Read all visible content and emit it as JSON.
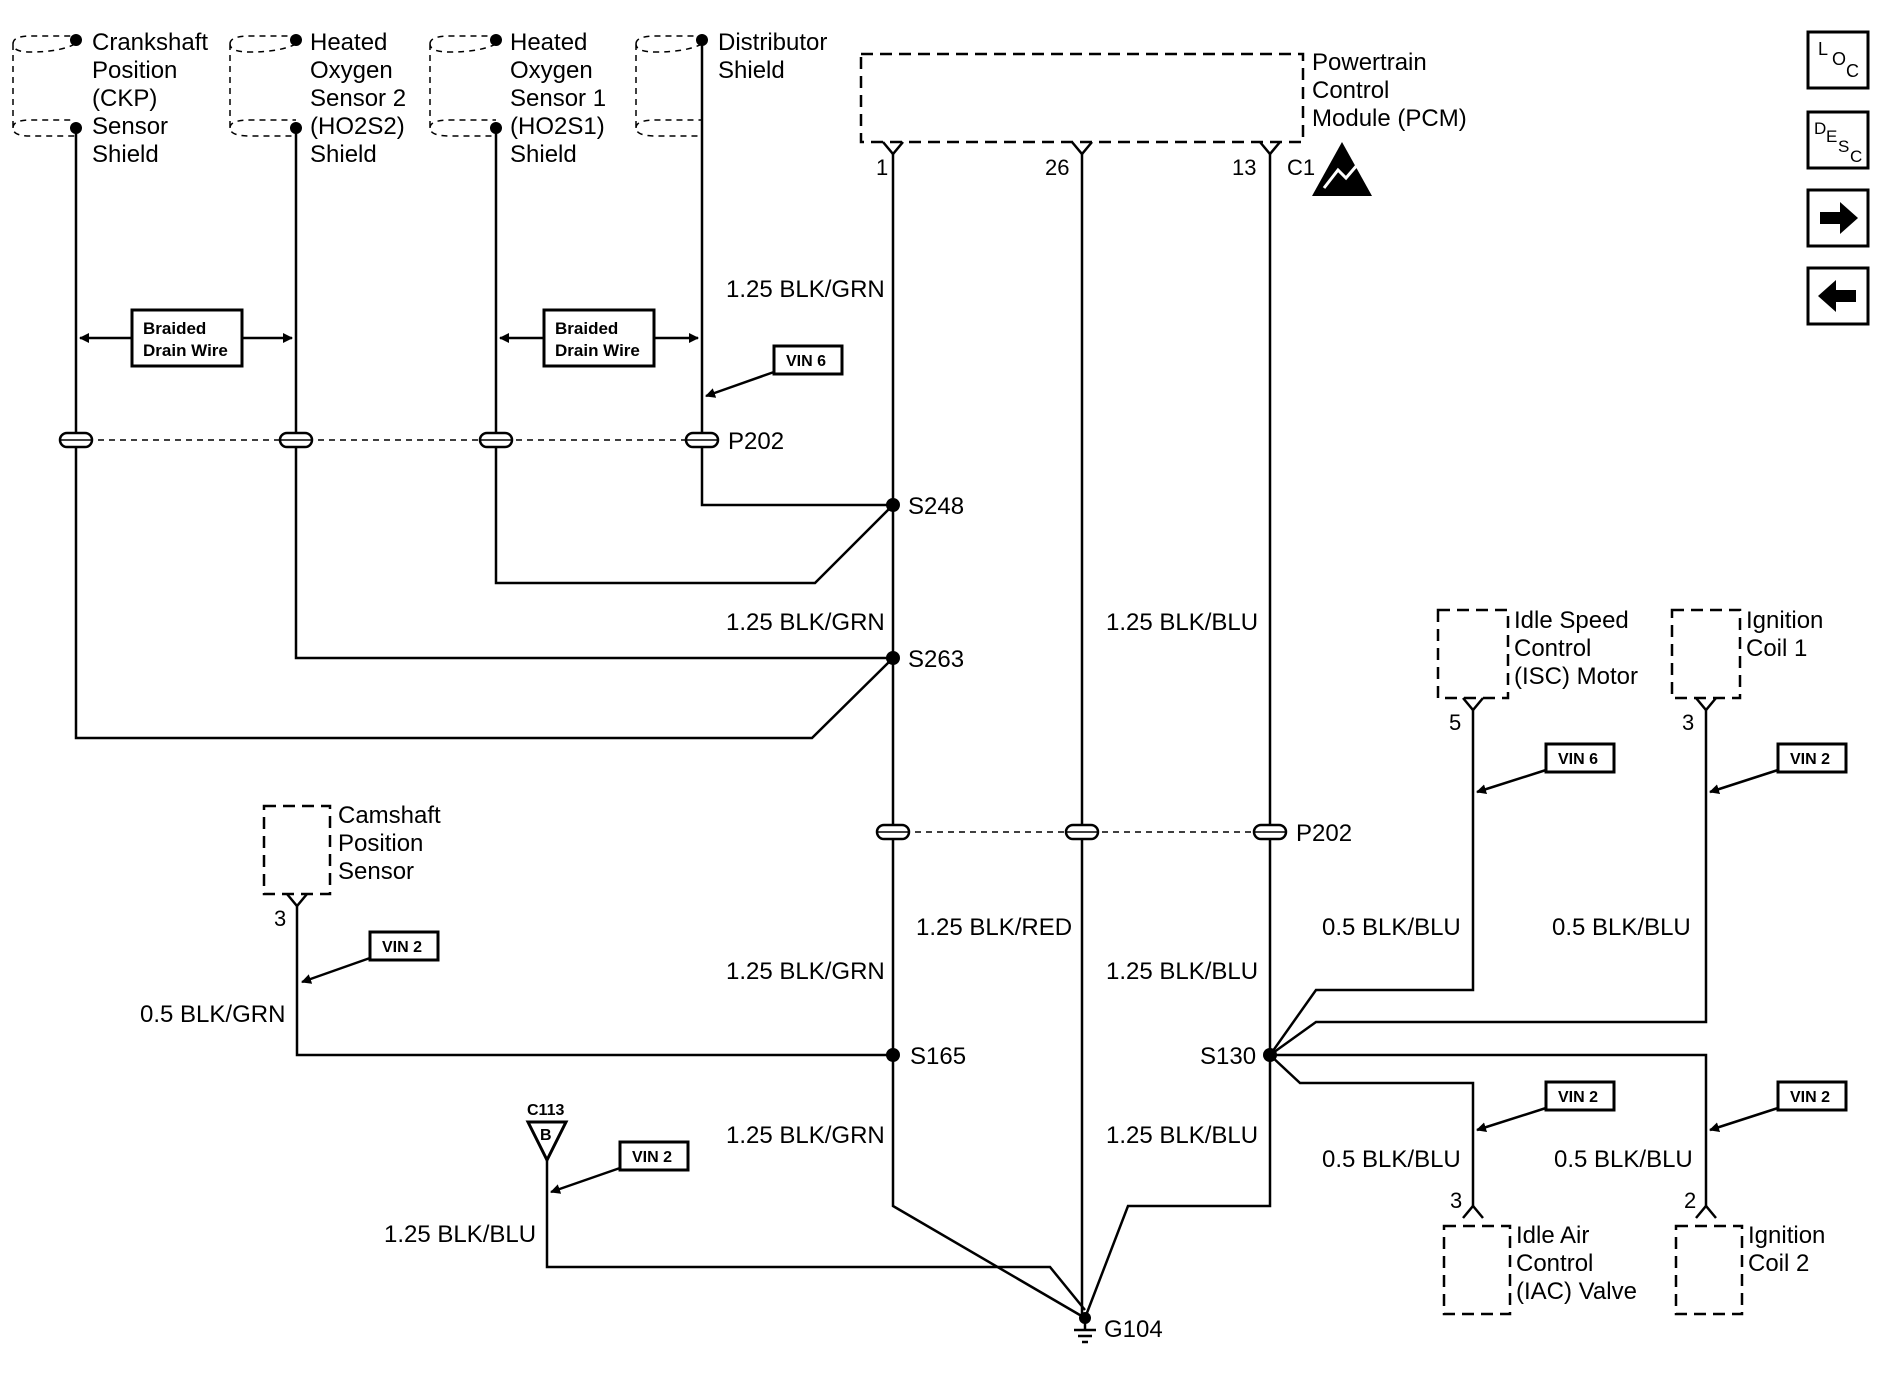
{
  "components": {
    "ckp_shield": [
      "Crankshaft",
      "Position",
      "(CKP)",
      "Sensor",
      "Shield"
    ],
    "ho2s2_shield": [
      "Heated",
      "Oxygen",
      "Sensor 2",
      "(HO2S2)",
      "Shield"
    ],
    "ho2s1_shield": [
      "Heated",
      "Oxygen",
      "Sensor 1",
      "(HO2S1)",
      "Shield"
    ],
    "distributor_shield": [
      "Distributor",
      "Shield"
    ],
    "pcm": [
      "Powertrain",
      "Control",
      "Module (PCM)"
    ],
    "isc_motor": [
      "Idle Speed",
      "Control",
      "(ISC) Motor"
    ],
    "ignition_coil_1": [
      "Ignition",
      "Coil 1"
    ],
    "camshaft_sensor": [
      "Camshaft",
      "Position",
      "Sensor"
    ],
    "iac_valve": [
      "Idle Air",
      "Control",
      "(IAC) Valve"
    ],
    "ignition_coil_2": [
      "Ignition",
      "Coil 2"
    ]
  },
  "pins": {
    "pcm_1": "1",
    "pcm_26": "26",
    "pcm_13": "13",
    "pcm_connector": "C1",
    "isc": "5",
    "coil1": "3",
    "cam": "3",
    "iac": "3",
    "coil2": "2"
  },
  "braided": {
    "left": [
      "Braided",
      "Drain Wire"
    ],
    "right": [
      "Braided",
      "Drain Wire"
    ]
  },
  "vin": {
    "distributor": "VIN 6",
    "isc": "VIN 6",
    "coil1": "VIN 2",
    "cam": "VIN 2",
    "c113": "VIN 2",
    "iac": "VIN 2",
    "coil2": "VIN 2"
  },
  "wires": {
    "pcm1_top": "1.25 BLK/GRN",
    "s248_s263": "1.25 BLK/GRN",
    "pcm13_mid": "1.25 BLK/BLU",
    "pcm26": "1.25 BLK/RED",
    "p202_s165": "1.25 BLK/GRN",
    "p202_s130": "1.25 BLK/BLU",
    "cam": "0.5 BLK/GRN",
    "isc": "0.5 BLK/BLU",
    "coil1": "0.5 BLK/BLU",
    "s165_g104": "1.25 BLK/GRN",
    "s130_g104": "1.25 BLK/BLU",
    "iac": "0.5 BLK/BLU",
    "coil2": "0.5 BLK/BLU",
    "c113": "1.25 BLK/BLU"
  },
  "connectors": {
    "p202_top": "P202",
    "p202_bottom": "P202",
    "c113": "C113",
    "c113_cavity": "B"
  },
  "splices": {
    "s248": "S248",
    "s263": "S263",
    "s165": "S165",
    "s130": "S130"
  },
  "ground": "G104",
  "nav": {
    "loc_top": "L",
    "loc_sub": "O",
    "loc_sub2": "C",
    "desc_1": "D",
    "desc_2": "E",
    "desc_3": "S",
    "desc_4": "C"
  }
}
